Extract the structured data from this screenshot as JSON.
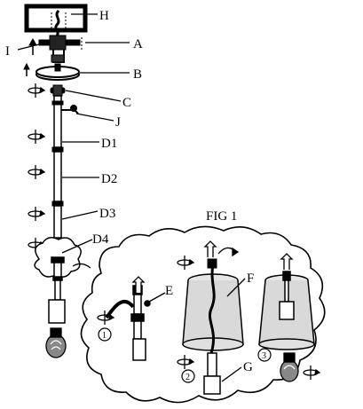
{
  "diagram": {
    "part_labels": {
      "H": "H",
      "A": "A",
      "I": "I",
      "B": "B",
      "C": "C",
      "J": "J",
      "D1": "D1",
      "D2": "D2",
      "D3": "D3",
      "D4": "D4",
      "E": "E",
      "F": "F",
      "G": "G"
    },
    "figure_title": "FIG 1",
    "step_numbers": [
      "1",
      "2",
      "3"
    ],
    "colors": {
      "ink": "#000000",
      "paper": "#ffffff",
      "shade": "#d9d9d9"
    },
    "icons": [
      "rotate-arrow-icon",
      "up-arrow-icon",
      "bulb-icon",
      "lamp-shade-icon",
      "canopy-icon"
    ]
  }
}
